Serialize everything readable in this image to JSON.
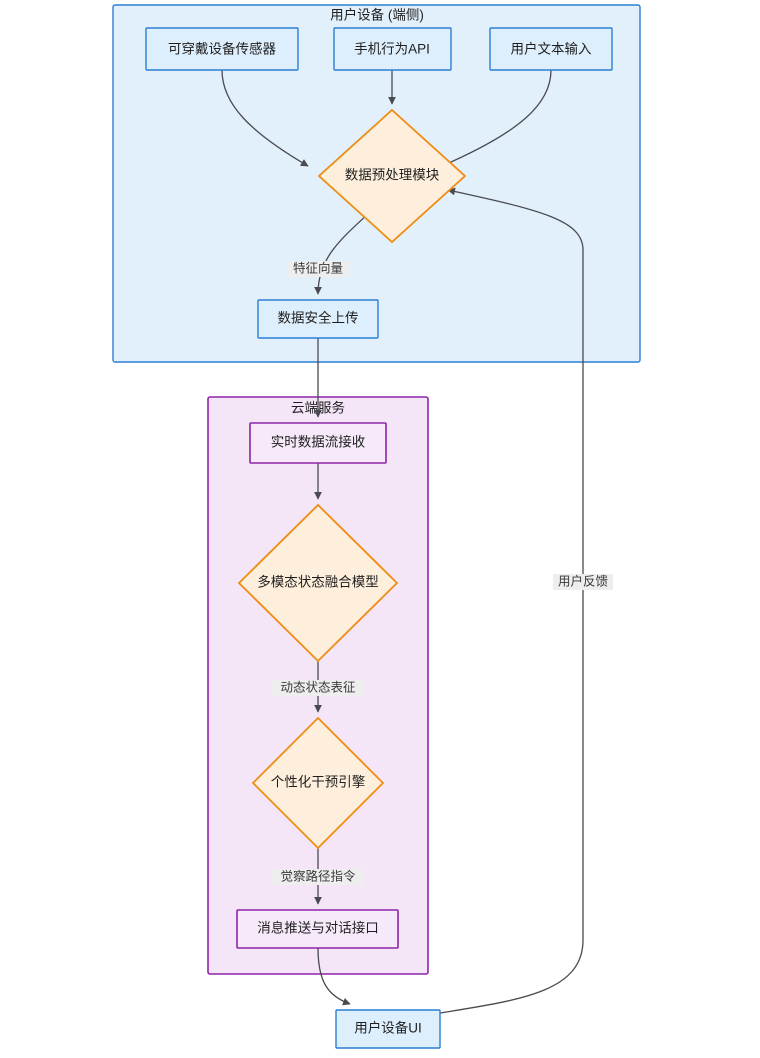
{
  "diagram": {
    "type": "flowchart",
    "direction": "top-down",
    "clusters": [
      {
        "id": "device",
        "label": "用户设备 (端侧)",
        "fill": "#e1f0fb",
        "stroke": "#2a7fd4"
      },
      {
        "id": "cloud",
        "label": "云端服务",
        "fill": "#f4e6f7",
        "stroke": "#8e24aa"
      }
    ],
    "nodes": [
      {
        "id": "wearable",
        "label": "可穿戴设备传感器",
        "shape": "rect",
        "fill": "#ddeefc",
        "stroke": "#2a7fd4",
        "cluster": "device"
      },
      {
        "id": "phoneapi",
        "label": "手机行为API",
        "shape": "rect",
        "fill": "#ddeefc",
        "stroke": "#2a7fd4",
        "cluster": "device"
      },
      {
        "id": "textinput",
        "label": "用户文本输入",
        "shape": "rect",
        "fill": "#ddeefc",
        "stroke": "#2a7fd4",
        "cluster": "device"
      },
      {
        "id": "preprocess",
        "label": "数据预处理模块",
        "shape": "diamond",
        "fill": "#fdefdc",
        "stroke": "#ef8c13",
        "cluster": "device"
      },
      {
        "id": "upload",
        "label": "数据安全上传",
        "shape": "rect",
        "fill": "#ddeefc",
        "stroke": "#2a7fd4",
        "cluster": "device"
      },
      {
        "id": "stream",
        "label": "实时数据流接收",
        "shape": "rect",
        "fill": "#f6eafa",
        "stroke": "#8e24aa",
        "cluster": "cloud"
      },
      {
        "id": "fusion",
        "label": "多模态状态融合模型",
        "shape": "diamond",
        "fill": "#fdefdc",
        "stroke": "#ef8c13",
        "cluster": "cloud"
      },
      {
        "id": "intervention",
        "label": "个性化干预引擎",
        "shape": "diamond",
        "fill": "#fdefdc",
        "stroke": "#ef8c13",
        "cluster": "cloud"
      },
      {
        "id": "push",
        "label": "消息推送与对话接口",
        "shape": "rect",
        "fill": "#f6eafa",
        "stroke": "#8e24aa",
        "cluster": "cloud"
      },
      {
        "id": "deviceui",
        "label": "用户设备UI",
        "shape": "rect",
        "fill": "#ddeefc",
        "stroke": "#2a7fd4",
        "cluster": null
      }
    ],
    "edges": [
      {
        "from": "wearable",
        "to": "preprocess",
        "label": ""
      },
      {
        "from": "phoneapi",
        "to": "preprocess",
        "label": ""
      },
      {
        "from": "textinput",
        "to": "preprocess",
        "label": ""
      },
      {
        "from": "preprocess",
        "to": "upload",
        "label": "特征向量"
      },
      {
        "from": "upload",
        "to": "stream",
        "label": ""
      },
      {
        "from": "stream",
        "to": "fusion",
        "label": ""
      },
      {
        "from": "fusion",
        "to": "intervention",
        "label": "动态状态表征"
      },
      {
        "from": "intervention",
        "to": "push",
        "label": "觉察路径指令"
      },
      {
        "from": "push",
        "to": "deviceui",
        "label": ""
      },
      {
        "from": "deviceui",
        "to": "preprocess",
        "label": "用户反馈"
      }
    ],
    "edge_labels": {
      "feature_vector": "特征向量",
      "dynamic_state": "动态状态表征",
      "awareness_path": "觉察路径指令",
      "user_feedback": "用户反馈"
    }
  }
}
